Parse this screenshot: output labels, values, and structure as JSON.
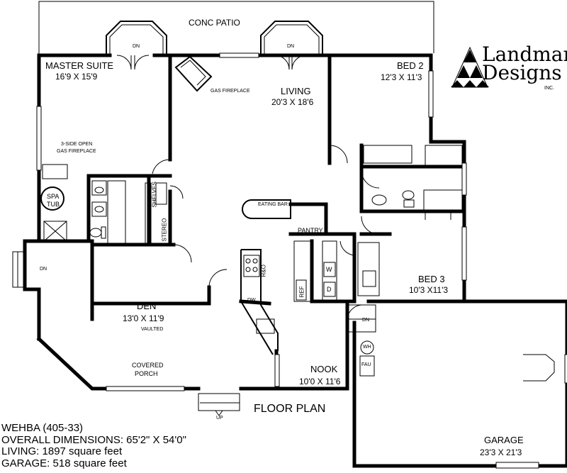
{
  "title": "FLOOR PLAN",
  "logo": {
    "name_line1": "Landmark",
    "name_line2": "Designs",
    "suffix": "INC."
  },
  "info": {
    "plan_id": "WEHBA (405-33)",
    "overall": "OVERALL DIMENSIONS: 65'2\" X 54'0\"",
    "living": "LIVING: 1897 square feet",
    "garage": "GARAGE: 518 square feet"
  },
  "rooms": {
    "patio": "CONC PATIO",
    "master_name": "MASTER SUITE",
    "master_dim": "16'9 X 15'9",
    "living_name": "LIVING",
    "living_dim": "20'3 X 18'6",
    "bed2_name": "BED 2",
    "bed2_dim": "12'3 X 11'3",
    "bed3_name": "BED 3",
    "bed3_dim": "10'3 X11'3",
    "den_name": "DEN",
    "den_dim": "13'0 X 11'9",
    "den_note": "VAULTED",
    "porch_line1": "COVERED",
    "porch_line2": "PORCH",
    "nook_name": "NOOK",
    "nook_dim": "10'0 X 11'6",
    "garage_name": "GARAGE",
    "garage_dim": "23'3 X 21'3"
  },
  "fixtures": {
    "gas_fireplace": "GAS FIREPLACE",
    "open_fireplace_1": "3-SIDE OPEN",
    "open_fireplace_2": "GAS FIREPLACE",
    "spa_1": "SPA",
    "spa_2": "TUB",
    "eating_bar": "EATING BAR",
    "pantry": "PANTRY",
    "shelves": "SHELVES",
    "stereo": "STEREO",
    "ref": "REF",
    "w": "W",
    "d": "D",
    "ro": "R&O",
    "dw": "DW",
    "wh": "WH",
    "fau": "FAU",
    "dn_patio_1": "DN",
    "dn_patio_2": "DN",
    "dn_left": "DN",
    "dn_garage": "DN",
    "up": "UP"
  }
}
